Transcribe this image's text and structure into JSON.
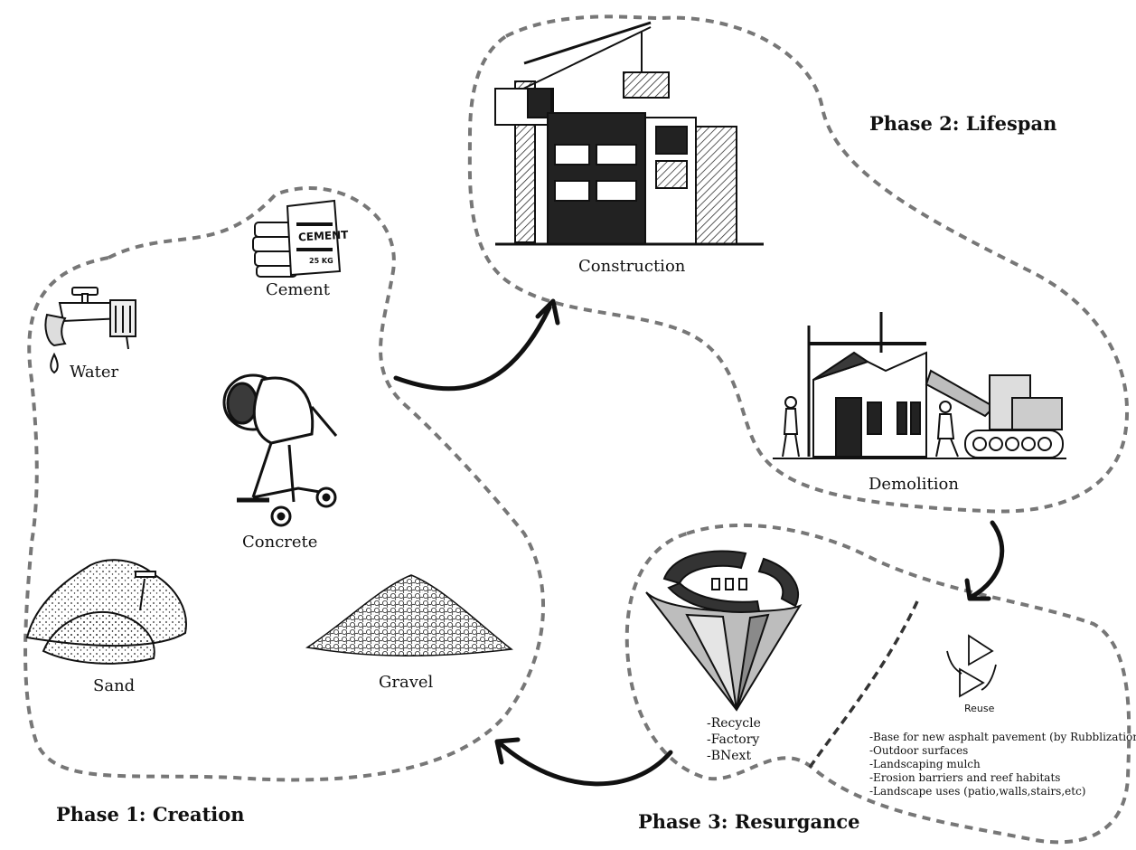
{
  "phases": {
    "phase1": "Phase 1: Creation",
    "phase2": "Phase 2: Lifespan",
    "phase3": "Phase 3: Resurgance"
  },
  "creation": {
    "water": "Water",
    "cement": "Cement",
    "cement_bag_text": "CEMENT",
    "cement_bag_weight": "25 KG",
    "concrete": "Concrete",
    "sand": "Sand",
    "gravel": "Gravel"
  },
  "lifespan": {
    "construction": "Construction",
    "demolition": "Demolition"
  },
  "resurgance": {
    "recycle_lines": [
      "-Recycle",
      "-Factory",
      "-BNext"
    ],
    "reuse": "Reuse",
    "reuse_uses": [
      "-Base for new asphalt pavement (by Rubblization)",
      "-Outdoor surfaces",
      "-Landscaping mulch",
      "-Erosion barriers and reef habitats",
      "-Landscape uses (patio,walls,stairs,etc)"
    ]
  },
  "colors": {
    "dash": "#777777",
    "ink": "#111111",
    "gray": "#bdbdbd",
    "dark": "#3a3a3a"
  }
}
